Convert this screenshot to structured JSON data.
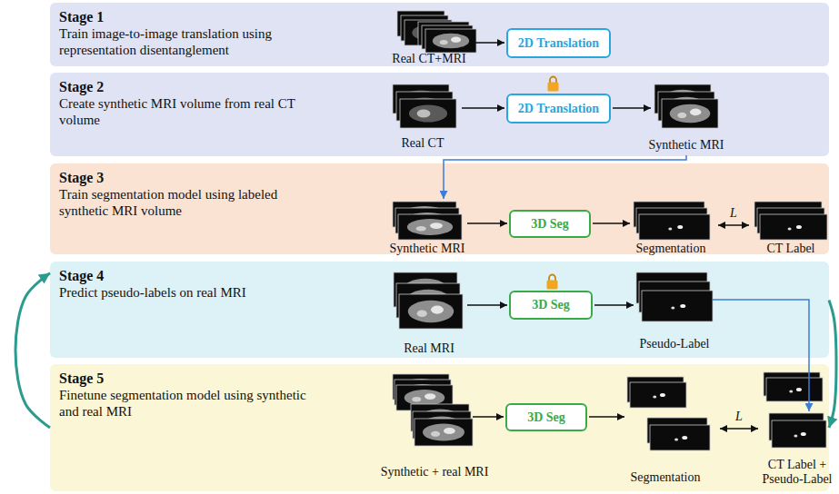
{
  "diagram": {
    "nodes": [
      {
        "text": [
          "Stage 1",
          "Train image-to-image translation using representation disentanglement"
        ]
      },
      {
        "text": [
          "2D Translation"
        ],
        "in": 0
      },
      {
        "text": [
          "Stage 2",
          "Create synthetic MRI volume from real CT volume"
        ]
      },
      {
        "text": [
          "2D Translation"
        ],
        "in": 2
      },
      {
        "text": [
          "Stage 3",
          "Train segmentation model using labeled synthetic MRI volume"
        ]
      },
      {
        "text": [
          "3D Seg"
        ],
        "in": 4
      },
      {
        "text": [
          "Stage 4",
          "Predict pseudo-labels on real MRI"
        ]
      },
      {
        "text": [
          "3D Seg"
        ],
        "in": 6
      },
      {
        "text": [
          "Stage 5",
          "Finetune segmentation model using synthetic and real MRI"
        ]
      },
      {
        "text": [
          "3D Seg"
        ],
        "in": 8
      }
    ],
    "edges": [
      {
        "from": 8,
        "to": 6,
        "arrow": "to"
      },
      {
        "from": 6,
        "to": 8,
        "arrow": "to"
      }
    ],
    "labels": [
      "Real CT+MRI",
      "Real CT",
      "Synthetic MRI",
      "Synthetic MRI",
      "Segmentation",
      "L",
      "CT Label",
      "Real MRI",
      "Pseudo-Label",
      "Synthetic + real MRI",
      "Segmentation",
      "L",
      "CT Label + Pseudo-Label"
    ]
  }
}
